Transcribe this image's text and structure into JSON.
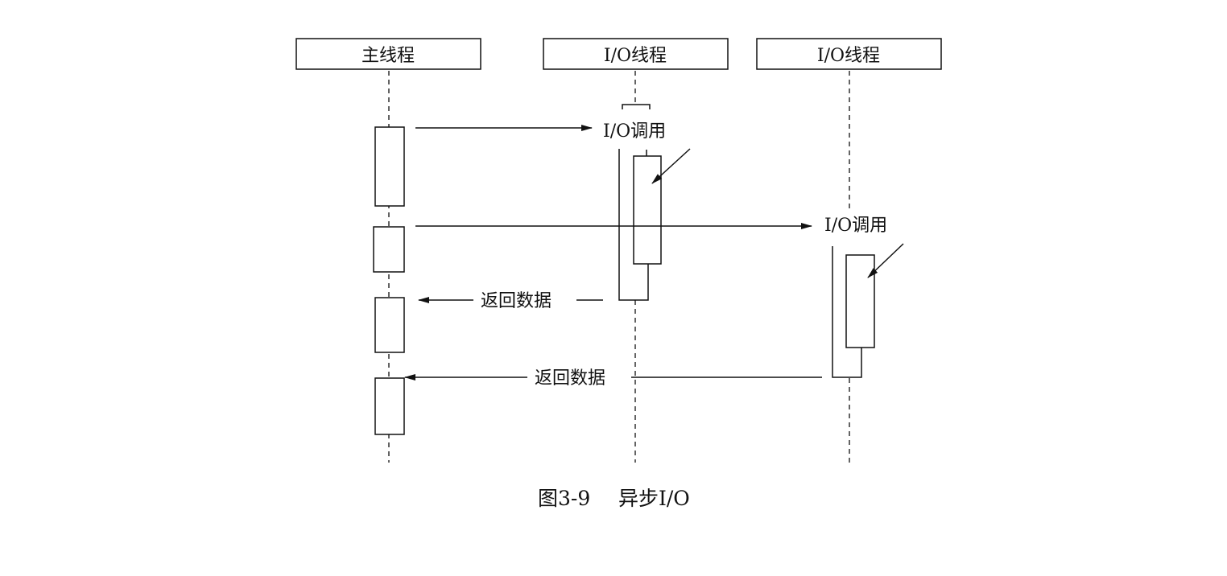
{
  "diagram": {
    "lanes": [
      {
        "label": "主线程"
      },
      {
        "label": "I/O线程"
      },
      {
        "label": "I/O线程"
      }
    ],
    "calls": [
      {
        "label": "I/O调用"
      },
      {
        "label": "I/O调用"
      }
    ],
    "returns": [
      {
        "label": "返回数据"
      },
      {
        "label": "返回数据"
      }
    ],
    "caption": {
      "figure_number": "图3-9",
      "title": "异步I/O"
    }
  }
}
